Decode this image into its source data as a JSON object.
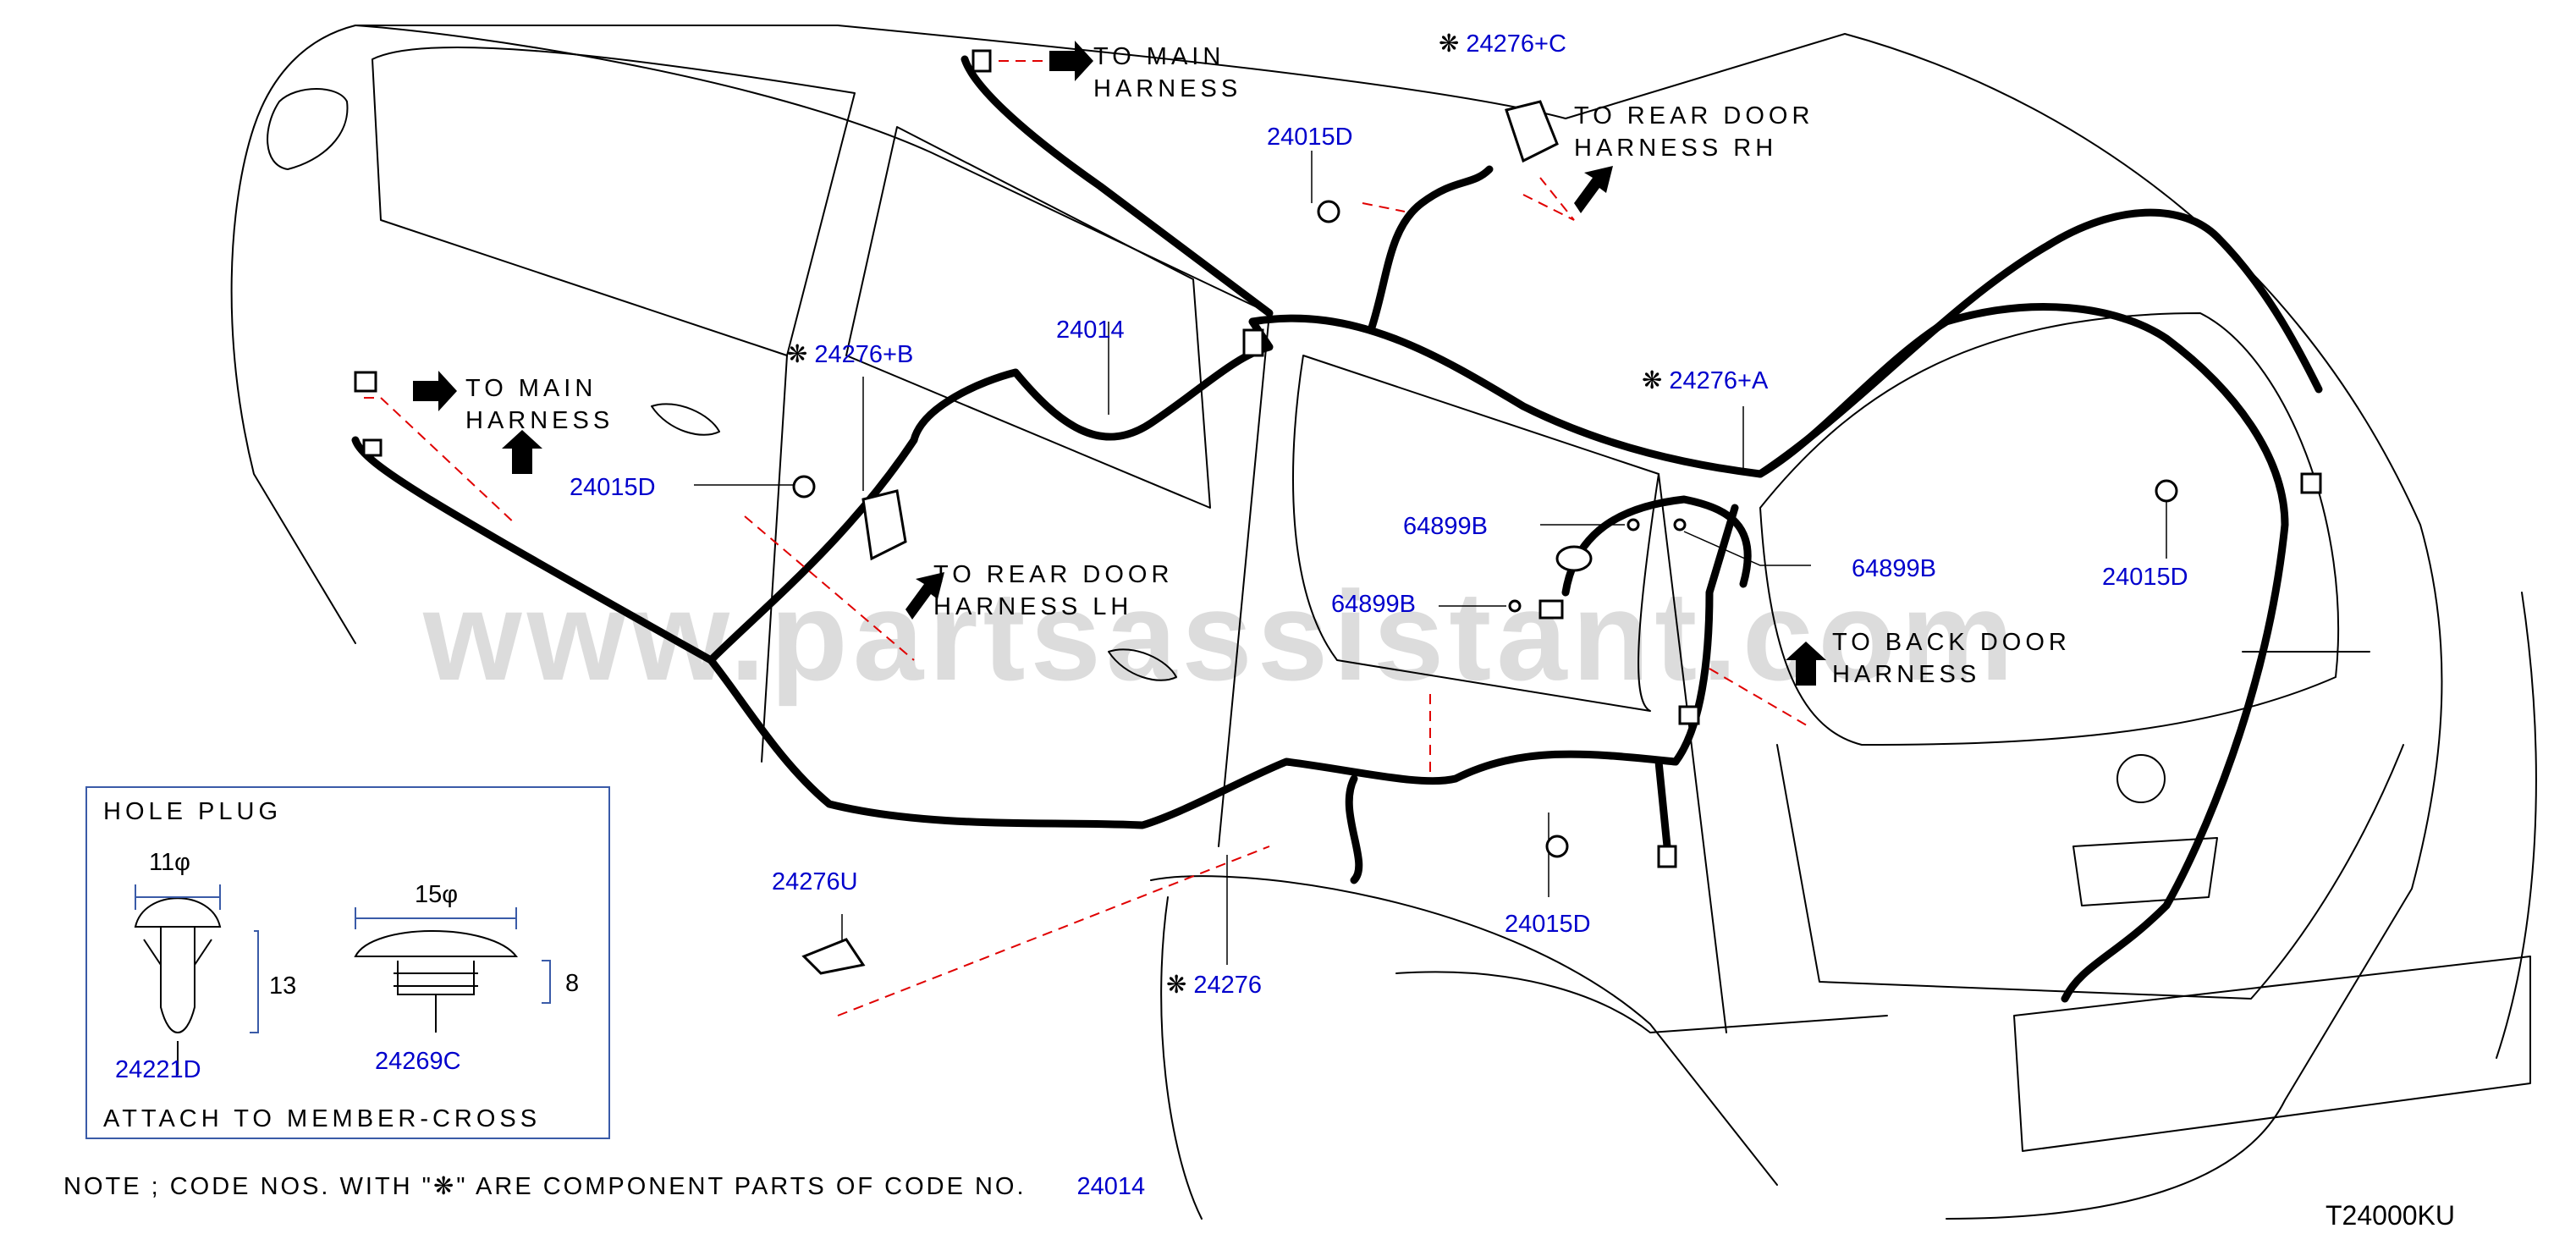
{
  "watermark": "www.partsassistant.com",
  "colors": {
    "line": "#000000",
    "part_number": "#0000cc",
    "leader_dash": "#e00000",
    "hole_plug_box": "#3a5ba8",
    "watermark": "#dcdcdc"
  },
  "icons": {
    "component_mark": "asterisk-snowflake",
    "direction": "block-arrow"
  },
  "directions": {
    "to_main_harness": "TO  MAIN\nHARNESS",
    "to_rear_door_rh": "TO  REAR  DOOR\nHARNESS  RH",
    "to_rear_door_lh": "TO  REAR  DOOR\nHARNESS  LH",
    "to_back_door": "TO  BACK  DOOR\nHARNESS"
  },
  "parts": {
    "p24014": "24014",
    "p24276C": "24276+C",
    "p24276B": "24276+B",
    "p24276A": "24276+A",
    "p24276": "24276",
    "p24276U": "24276U",
    "p24015D": "24015D",
    "p64899B": "64899B",
    "p24221D": "24221D",
    "p24269C": "24269C"
  },
  "inset": {
    "title": "HOLE  PLUG",
    "footer": "ATTACH  TO  MEMBER-CROSS",
    "dia_small": "11φ",
    "dia_large": "15φ",
    "height_small": "13",
    "height_large": "8"
  },
  "note": {
    "text_before": "NOTE  ;  CODE  NOS.  WITH  \"",
    "text_after": "\"  ARE  COMPONENT  PARTS  OF  CODE  NO.",
    "code": "24014"
  },
  "diagram_id": "T24000KU"
}
